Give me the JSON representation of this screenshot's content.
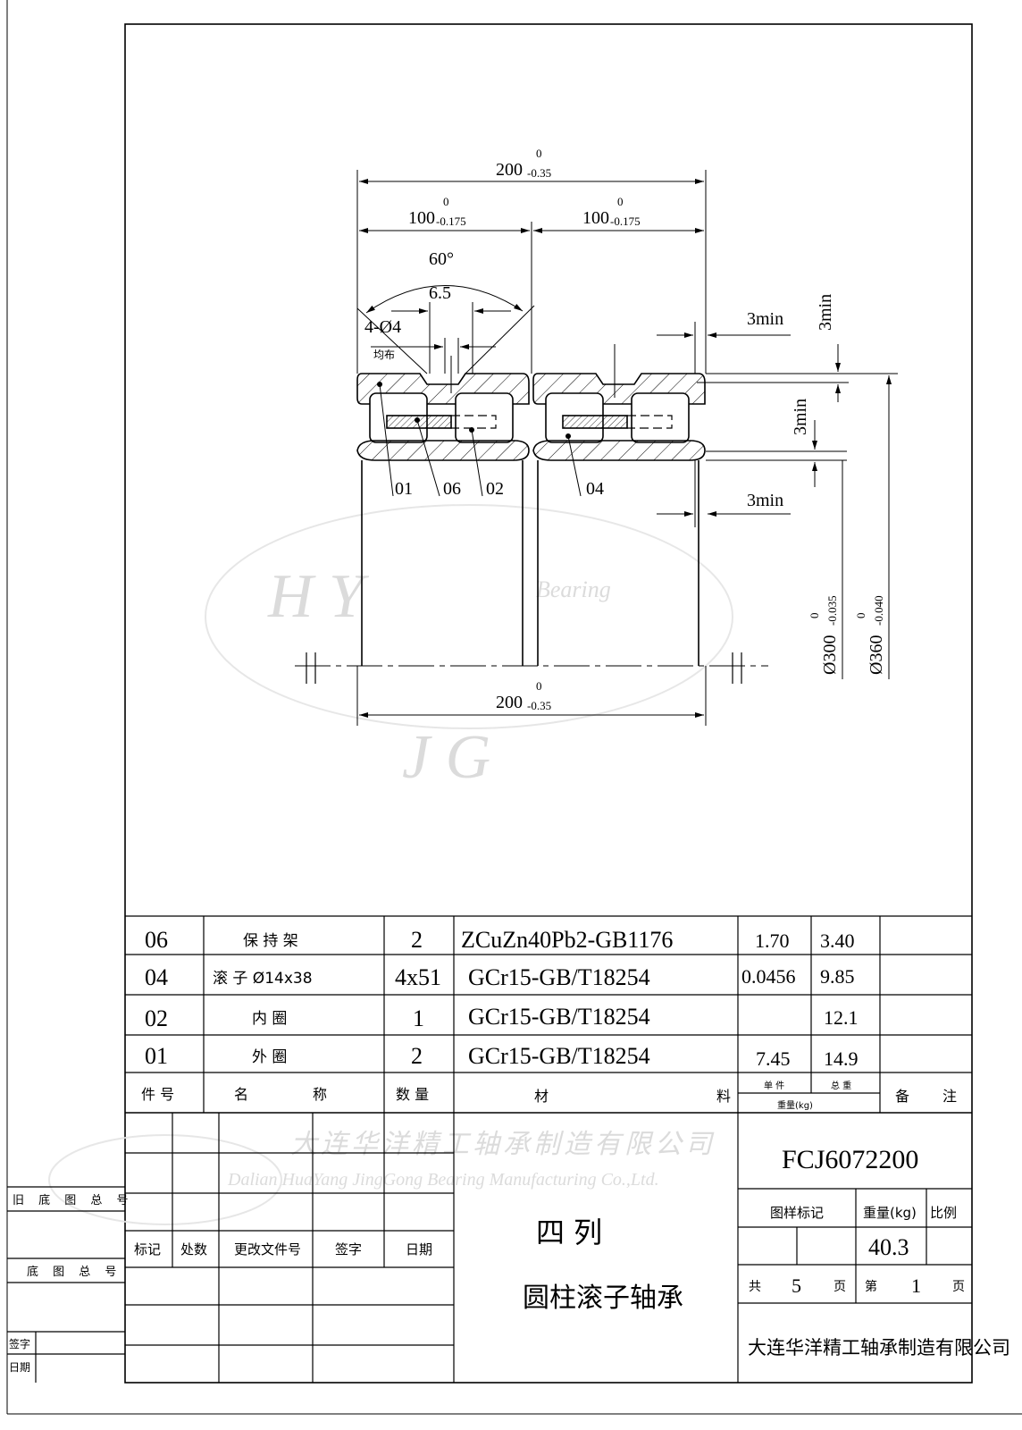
{
  "drawing": {
    "dims": {
      "overall_width": "200",
      "overall_upper": "0",
      "overall_lower": "-0.35",
      "half_width": "100",
      "half_upper": "0",
      "half_lower": "-0.175",
      "angle": "60°",
      "slot_width": "6.5",
      "holes": "4-Ø4",
      "holes_note": "均布",
      "chamfer": "3min",
      "bore": "Ø300",
      "bore_upper": "0",
      "bore_lower": "-0.035",
      "od": "Ø360",
      "od_upper": "0",
      "od_lower": "-0.040"
    },
    "callouts": [
      "01",
      "06",
      "02",
      "04"
    ]
  },
  "watermark": {
    "logo": "HY JG",
    "logo_sub": "Bearing",
    "company_cn": "大连华洋精工轴承制造有限公司",
    "company_en": "Dalian HuaYang JingGong Bearing Manufacturing Co.,Ltd."
  },
  "parts_table": {
    "rows": [
      {
        "no": "06",
        "name": "保 持 架",
        "qty": "2",
        "material": "ZCuZn40Pb2-GB1176",
        "unit": "1.70",
        "total": "3.40",
        "note": ""
      },
      {
        "no": "04",
        "name": "滚  子 Ø14x38",
        "qty": "4x51",
        "material": "GCr15-GB/T18254",
        "unit": "0.0456",
        "total": "9.85",
        "note": ""
      },
      {
        "no": "02",
        "name": "内   圈",
        "qty": "1",
        "material": "GCr15-GB/T18254",
        "unit": "",
        "total": "12.1",
        "note": ""
      },
      {
        "no": "01",
        "name": "外   圈",
        "qty": "2",
        "material": "GCr15-GB/T18254",
        "unit": "7.45",
        "total": "14.9",
        "note": ""
      }
    ],
    "header": {
      "no": "件 号",
      "name_a": "名",
      "name_b": "称",
      "qty": "数 量",
      "material_a": "材",
      "material_b": "料",
      "unit": "单 件",
      "total": "总 重",
      "weight": "重量(kg)",
      "note_a": "备",
      "note_b": "注"
    }
  },
  "title_block": {
    "revision_headers": [
      "标记",
      "处数",
      "更改文件号",
      "签字",
      "日期"
    ],
    "left_labels": {
      "old_drawing_no": "旧 底 图 总 号",
      "drawing_no": "底 图 总 号",
      "sign": "签字",
      "date": "日期"
    },
    "title_line1": "四   列",
    "title_line2": "圆柱滚子轴承",
    "part_number": "FCJ6072200",
    "sample_mark_label": "图样标记",
    "weight_label": "重量(kg)",
    "scale_label": "比例",
    "weight_value": "40.3",
    "sheets_total_label_a": "共",
    "sheets_total": "5",
    "sheets_total_label_b": "页",
    "sheet_label_a": "第",
    "sheet": "1",
    "sheet_label_b": "页",
    "company": "大连华洋精工轴承制造有限公司"
  }
}
